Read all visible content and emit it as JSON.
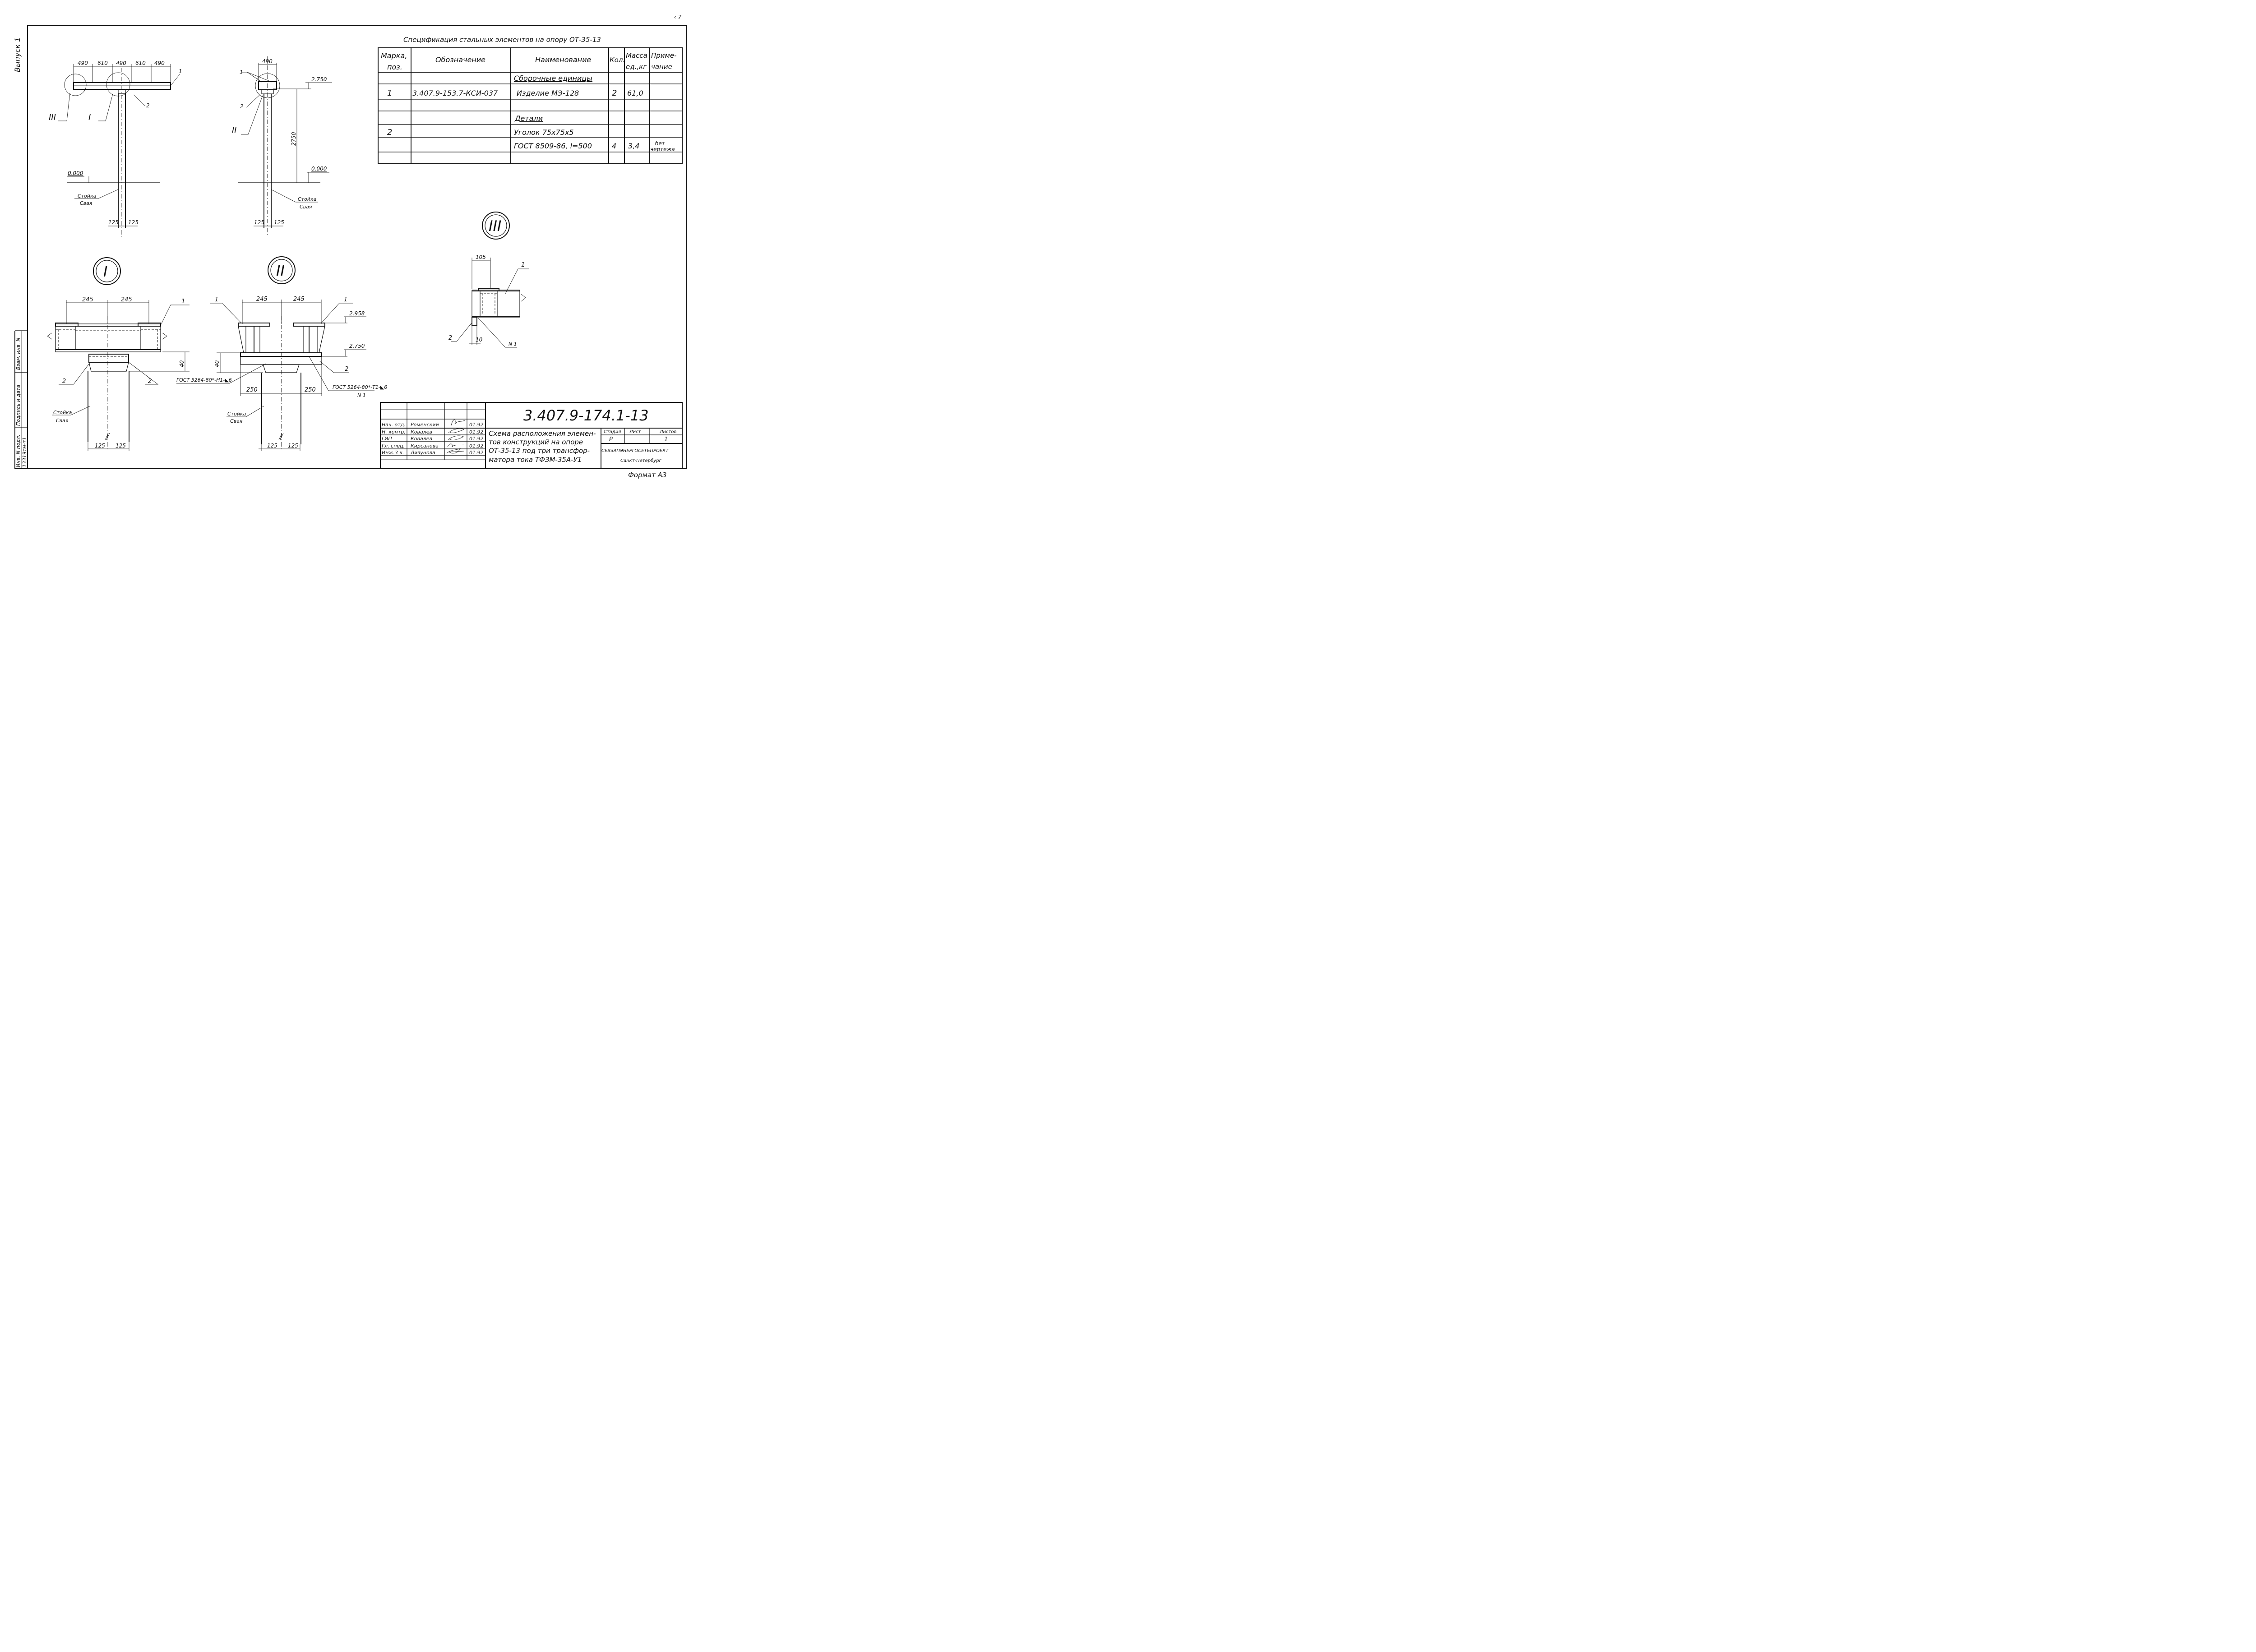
{
  "page_corner": "‹ 7",
  "edition": "Выпуск 1",
  "format": "Формат А3",
  "side_stamp": {
    "vzam": "Взам. инв. N",
    "podp": "Подпись и дата",
    "inv": "Инв. N подл.",
    "inv_value": "13319тм-т1"
  },
  "spec": {
    "title": "Спецификация стальных элементов на опору  ОТ-35-13",
    "headers": {
      "mark": "Марка,",
      "mark2": "поз.",
      "designation": "Обозначение",
      "name": "Наименование",
      "qty": "Кол.",
      "mass": "Масса",
      "mass2": "ед.,кг",
      "note": "Приме-",
      "note2": "чание"
    },
    "rows": [
      {
        "mark": "",
        "designation": "",
        "name": "Сборочные единицы",
        "qty": "",
        "mass": "",
        "note": ""
      },
      {
        "mark": "1",
        "designation": "3.407.9-153.7-КСИ-037",
        "name": "Изделие МЭ-128",
        "qty": "2",
        "mass": "61,0",
        "note": ""
      },
      {
        "mark": "",
        "designation": "",
        "name": "",
        "qty": "",
        "mass": "",
        "note": ""
      },
      {
        "mark": "",
        "designation": "",
        "name": "Детали",
        "qty": "",
        "mass": "",
        "note": ""
      },
      {
        "mark": "2",
        "designation": "",
        "name": "Уголок 75х75х5",
        "qty": "",
        "mass": "",
        "note": ""
      },
      {
        "mark": "",
        "designation": "",
        "name": "ГОСТ 8509-86, l=500",
        "qty": "4",
        "mass": "3,4",
        "note": "без",
        "note2": "чертежа"
      },
      {
        "mark": "",
        "designation": "",
        "name": "",
        "qty": "",
        "mass": "",
        "note": ""
      }
    ]
  },
  "title_block": {
    "code": "3.407.9-174.1-13",
    "description": [
      "Схема расположения элемен-",
      "тов конструкций на опоре",
      "ОТ-35-13 под три трансфор-",
      "матора тока ТФЗМ-35А-У1"
    ],
    "stage_label": "Стадия",
    "sheet_label": "Лист",
    "sheets_label": "Листов",
    "stage": "Р",
    "sheets": "1",
    "org": "СЕВЗАПЭНЕРГОСЕТЬПРОЕКТ",
    "city": "Санкт-Петербург",
    "people": [
      {
        "role": "Нач. отд.",
        "name": "Роменский",
        "date": "01.92"
      },
      {
        "role": "Н. контр.",
        "name": "Ковалев",
        "date": "01.92"
      },
      {
        "role": "ГИП",
        "name": "Ковалев",
        "date": "01.92"
      },
      {
        "role": "Гл. спец.",
        "name": "Кирсанова",
        "date": "01.92"
      },
      {
        "role": "Инж.3 к.",
        "name": "Лизунова",
        "date": "01.92"
      }
    ]
  },
  "drawing": {
    "dim_490": "490",
    "dim_610": "610",
    "dim_125": "125",
    "dim_245": "245",
    "dim_250": "250",
    "dim_40": "40",
    "dim_105": "105",
    "dim_10": "10",
    "dim_2750": "2750",
    "elev_0": "0.000",
    "elev_2750": "2.750",
    "elev_2958": "2.958",
    "stoyka": "Стойка",
    "svaya": "Свая",
    "pos1": "1",
    "pos2": "2",
    "n1": "N 1",
    "gost_h1": "ГОСТ 5264-80*-Н1-◣6",
    "gost_t1": "ГОСТ 5264-80*-Т1-◣6",
    "node1": "I",
    "node2": "II",
    "node3": "III"
  }
}
